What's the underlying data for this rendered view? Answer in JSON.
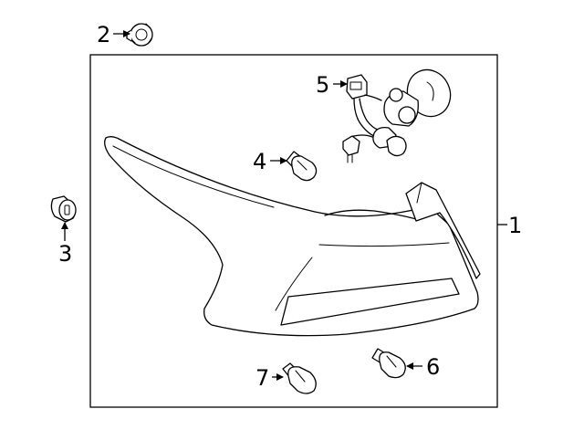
{
  "callouts": {
    "c1": "1",
    "c2": "2",
    "c3": "3",
    "c4": "4",
    "c5": "5",
    "c6": "6",
    "c7": "7"
  },
  "parts": {
    "c1": "tail-lamp-assembly",
    "c2": "push-clip",
    "c3": "grommet",
    "c4": "wedge-bulb",
    "c5": "socket-and-wire-harness",
    "c6": "wedge-bulb",
    "c7": "wedge-bulb"
  }
}
